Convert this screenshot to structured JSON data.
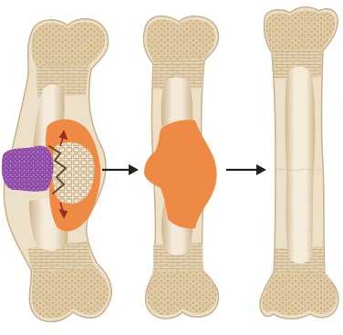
{
  "diagram": {
    "stages": [
      {
        "id": "stage-1",
        "state": "fracture with callus forming"
      },
      {
        "id": "stage-2",
        "state": "callus bridging fracture"
      },
      {
        "id": "stage-3",
        "state": "remodeled bone"
      }
    ],
    "arrows": 2
  },
  "colors": {
    "bone_shell": "#EDE0C8",
    "bone_outline": "#C9B08A",
    "spongy_bone": "#D9C29A",
    "spongy_dots": "#B99A6C",
    "marrow_cavity": "#F2E7D3",
    "marrow_shade": "#D7C09B",
    "hematoma": "#8E4CA8",
    "callus": "#EE8A44",
    "arrow": "#222222"
  }
}
